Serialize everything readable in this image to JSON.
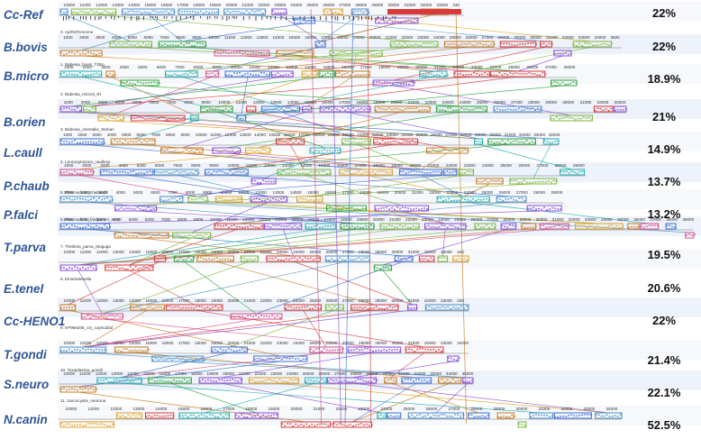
{
  "genomes": [
    {
      "label": "Cc-Ref",
      "pct": "22%",
      "track": "0. ApiRefGenome",
      "scale": [
        "10000",
        "11000",
        "12000",
        "13000",
        "14000",
        "15000",
        "16000",
        "17000",
        "18000",
        "19000",
        "20000",
        "21000",
        "22000",
        "23000",
        "24000",
        "25000",
        "26000",
        "27000",
        "28000",
        "29000",
        "30000",
        "31000",
        "32000",
        "33000",
        "340"
      ]
    },
    {
      "label": "B.bovis",
      "pct": "22%",
      "track": "1. Babesia_bovis_T2Bo",
      "scale": [
        "1000",
        "2000",
        "3000",
        "4000",
        "5000",
        "6000",
        "7000",
        "8000",
        "9000",
        "10000",
        "11000",
        "12000",
        "13000",
        "14000",
        "15000",
        "16000",
        "17000",
        "18000",
        "19000",
        "20000",
        "21000",
        "22000",
        "23000",
        "24000",
        "25000",
        "26000",
        "27000",
        "28000",
        "29000",
        "30000",
        "31000",
        "32000",
        "33000",
        "34000",
        "3500"
      ]
    },
    {
      "label": "B.micro",
      "pct": "18.9%",
      "track": "2. Babesia_microti_RI",
      "scale": [
        "1000",
        "2000",
        "3000",
        "4000",
        "5000",
        "6000",
        "7000",
        "8000",
        "9000",
        "10000",
        "11000",
        "12000",
        "13000",
        "14000",
        "15000",
        "16000",
        "17000",
        "18000",
        "19000",
        "20000",
        "21000",
        "22000",
        "23000",
        "24000",
        "25000",
        "26000",
        "27000",
        "28000"
      ]
    },
    {
      "label": "B.orien",
      "pct": "21%",
      "track": "3. Babesia_orientalis_Wuhan",
      "scale": [
        "1000",
        "2000",
        "3000",
        "4000",
        "5000",
        "6000",
        "7000",
        "8000",
        "9000",
        "10000",
        "11000",
        "12000",
        "13000",
        "14000",
        "15000",
        "16000",
        "17000",
        "18000",
        "19000",
        "20000",
        "21000",
        "22000",
        "23000",
        "24000",
        "25000",
        "26000",
        "27000",
        "28000",
        "29000",
        "30000",
        "31000",
        "32000",
        "33000"
      ]
    },
    {
      "label": "L.caull",
      "pct": "14.9%",
      "track": "4. Leucocytozoon_caulleryi",
      "scale": [
        "1000",
        "2000",
        "3000",
        "4000",
        "5000",
        "6000",
        "7000",
        "8000",
        "9000",
        "10000",
        "11000",
        "12000",
        "13000",
        "14000",
        "15000",
        "16000",
        "17000",
        "18000",
        "19000",
        "20000",
        "21000",
        "22000",
        "23000",
        "24000",
        "25000",
        "26000",
        "27000",
        "28000",
        "29000",
        "30000",
        "31000",
        "32000",
        "33000",
        "34000"
      ]
    },
    {
      "label": "P.chaub",
      "pct": "13.7%",
      "track": "5. Plasmodium_chabaudi",
      "scale": [
        "1000",
        "2000",
        "3000",
        "4000",
        "5000",
        "6000",
        "7000",
        "8000",
        "9000",
        "10000",
        "11000",
        "12000",
        "13000",
        "14000",
        "15000",
        "16000",
        "17000",
        "18000",
        "19000",
        "20000",
        "21000",
        "22000",
        "23000",
        "24000",
        "25000",
        "26000",
        "27000",
        "28000",
        "29000"
      ]
    },
    {
      "label": "P.falci",
      "pct": "13.2%",
      "track": "6. Plasmodium_falciparum_HB3",
      "scale": [
        "1000",
        "2000",
        "3000",
        "4000",
        "5000",
        "6000",
        "7000",
        "8000",
        "9000",
        "10000",
        "11000",
        "12000",
        "13000",
        "14000",
        "15000",
        "16000",
        "17000",
        "18000",
        "19000",
        "20000",
        "21000",
        "22000",
        "23000",
        "24000",
        "25000",
        "26000",
        "27000",
        "28000",
        "29000"
      ]
    },
    {
      "label": "T.parva",
      "pct": "19.5%",
      "track": "7. Theileria_parva_Muguga",
      "scale": [
        "1000",
        "2000",
        "3000",
        "4000",
        "5000",
        "6000",
        "7000",
        "8000",
        "9000",
        "10000",
        "11000",
        "12000",
        "13000",
        "14000",
        "15000",
        "16000",
        "17000",
        "18000",
        "19000",
        "20000",
        "21000",
        "22000",
        "23000",
        "24000",
        "25000",
        "26000",
        "27000",
        "28000",
        "29000",
        "30000",
        "31000",
        "32000",
        "33000",
        "34000",
        "35000",
        "36000",
        "37000",
        "38000",
        "39000"
      ]
    },
    {
      "label": "E.tenel",
      "pct": "20.6%",
      "track": "8. Eimeriatenella",
      "scale": [
        "10000",
        "11000",
        "12000",
        "13000",
        "14000",
        "15000",
        "16000",
        "17000",
        "18000",
        "19000",
        "20000",
        "21000",
        "22000",
        "23000",
        "24000",
        "25000",
        "26000",
        "27000",
        "28000",
        "29000",
        "30000",
        "31000",
        "32000",
        "33000",
        "340"
      ]
    },
    {
      "label": "Cc-HENO1",
      "pct": "22%",
      "track": "9. KP966208_cry_cayscabid",
      "scale": [
        "10000",
        "11000",
        "12000",
        "13000",
        "14000",
        "15000",
        "16000",
        "17000",
        "18000",
        "19000",
        "20000",
        "21000",
        "22000",
        "23000",
        "24000",
        "25000",
        "26000",
        "27000",
        "28000",
        "29000",
        "30000",
        "31000",
        "32000",
        "33000",
        "340"
      ]
    },
    {
      "label": "T.gondi",
      "pct": "21.4%",
      "track": "10. Toxoplasma_gondii",
      "scale": [
        "10000",
        "11000",
        "12000",
        "13000",
        "14000",
        "15000",
        "16000",
        "17000",
        "18000",
        "19000",
        "20000",
        "21000",
        "22000",
        "23000",
        "24000",
        "25000",
        "26000",
        "27000",
        "28000",
        "29000",
        "30000",
        "31000",
        "32000",
        "33000",
        "34000"
      ]
    },
    {
      "label": "S.neuro",
      "pct": "22.1%",
      "track": "11. Sarcocystis_neurona",
      "scale": [
        "10000",
        "11000",
        "12000",
        "13000",
        "14000",
        "15000",
        "16000",
        "17000",
        "18000",
        "19000",
        "20000",
        "21000",
        "22000",
        "23000",
        "24000",
        "25000",
        "26000",
        "27000",
        "28000",
        "29000",
        "30000",
        "31000",
        "32000",
        "33000",
        "34000",
        "35000"
      ]
    },
    {
      "label": "N.canin",
      "pct": "52.5%",
      "track": "",
      "scale": [
        "10000",
        "11000",
        "12000",
        "13000",
        "14000",
        "15000",
        "16000",
        "17000",
        "18000",
        "19000",
        "20000",
        "21000",
        "22000",
        "23000",
        "24000",
        "25000",
        "26000",
        "27000",
        "28000",
        "29000",
        "30000",
        "31000",
        "32000",
        "33000",
        "34000"
      ]
    }
  ],
  "block_colors": [
    "#3a6fd8",
    "#2aa33a",
    "#d84a8a",
    "#e0a020",
    "#8a4ad8",
    "#20b0b0",
    "#d83a3a",
    "#7ab83a",
    "#c87a20",
    "#4a90c8"
  ]
}
